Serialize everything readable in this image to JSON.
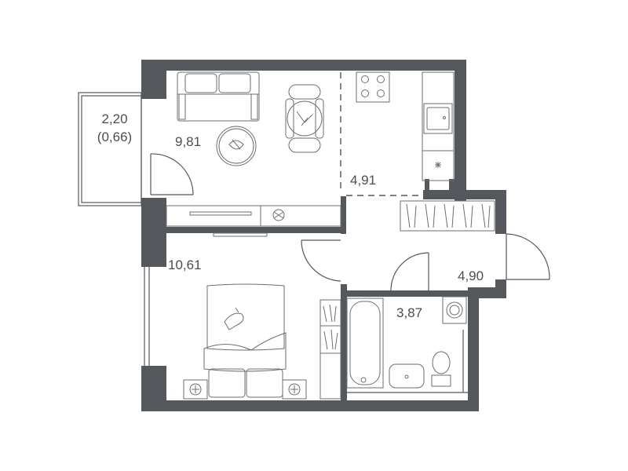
{
  "rooms": {
    "balcony": {
      "area": "2,20",
      "area_reduced": "(0,66)"
    },
    "kitchen_living": {
      "area": "9,81"
    },
    "kitchen_zone": {
      "area": "4,91"
    },
    "bedroom": {
      "area": "10,61"
    },
    "hallway": {
      "area": "4,90"
    },
    "bathroom": {
      "area": "3,87"
    }
  },
  "colors": {
    "wall": "#54575c",
    "line": "#6a6d72",
    "text": "#4a4d52"
  },
  "icons": [
    "sofa-icon",
    "dining-table-icon",
    "cooktop-icon",
    "sink-icon",
    "fridge-icon",
    "round-rug-icon",
    "tv-icon",
    "bed-icon",
    "wardrobe-icon",
    "bathtub-icon",
    "washbasin-icon",
    "toilet-icon",
    "washing-machine-icon",
    "plant-icon"
  ]
}
